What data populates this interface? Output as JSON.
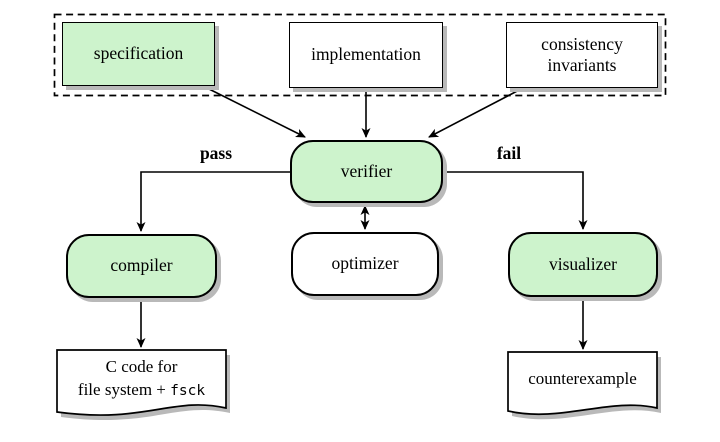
{
  "colors": {
    "background": "#ffffff",
    "green_fill": "#cdf3cc",
    "white_fill": "#ffffff",
    "border": "#000000",
    "shadow": "#b9b9b9",
    "text": "#000000"
  },
  "nodes": {
    "specification": {
      "label": "specification"
    },
    "implementation": {
      "label": "implementation"
    },
    "consistency_invariants": {
      "line1": "consistency",
      "line2": "invariants"
    },
    "verifier": {
      "label": "verifier"
    },
    "compiler": {
      "label": "compiler"
    },
    "optimizer": {
      "label": "optimizer"
    },
    "visualizer": {
      "label": "visualizer"
    },
    "c_code_output": {
      "line1": "C code for",
      "line2_text": "file system + ",
      "line2_code": "fsck"
    },
    "counterexample_output": {
      "label": "counterexample"
    }
  },
  "edges": {
    "pass_label": "pass",
    "fail_label": "fail"
  }
}
